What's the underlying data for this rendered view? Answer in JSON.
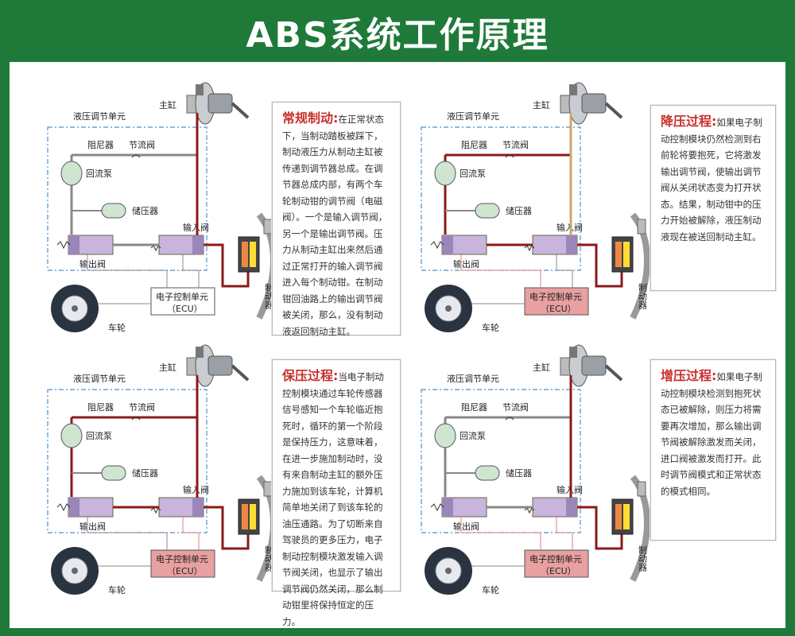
{
  "title": "ABS系统工作原理",
  "labels": {
    "master_cylinder": "主缸",
    "hydraulic_unit": "液压调节单元",
    "damper": "阻尼器",
    "throttle_valve": "节流阀",
    "return_pump": "回流泵",
    "accumulator": "储压器",
    "inlet_valve": "输入阀",
    "outlet_valve": "输出阀",
    "ecu_line1": "电子控制单元",
    "ecu_line2": "（ECU）",
    "wheel": "车轮",
    "brake": "制动器"
  },
  "panels": [
    {
      "heading": "常规制动:",
      "body": "在正常状态下，当制动踏板被踩下，制动液压力从制动主缸被传递到调节器总成。在调节器总成内部，有两个车轮制动钳的调节阀（电磁阀）。一个是输入调节阀，另一个是输出调节阀。压力从制动主缸出来然后通过正常打开的输入调节阀进入每个制动钳。在制动钳回油路上的输出调节阀被关闭，那么，没有制动液返回制动主缸。"
    },
    {
      "heading": "降压过程:",
      "body": "如果电子制动控制模块仍然检测到右前轮将要抱死，它将激发输出调节阀，使输出调节阀从关闭状态变为打开状态。结果，制动钳中的压力开始被解除，液压制动液现在被送回制动主缸。"
    },
    {
      "heading": "保压过程:",
      "body": "当电子制动控制模块通过车轮传感器信号感知一个车轮临近抱死时，循环的第一个阶段是保持压力，这意味着，在进一步施加制动时，没有来自制动主缸的额外压力施加到该车轮，计算机简单地关闭了到该车轮的油压通路。为了切断来自驾驶员的更多压力，电子制动控制模块激发输入调节阀关闭，也显示了输出调节阀仍然关闭，那么制动钳里将保持恒定的压力。"
    },
    {
      "heading": "增压过程:",
      "body": "如果电子制动控制模块检测到抱死状态已被解除，则压力将需要再次增加，那么输出调节阀被解除激发而关闭，进口阀被激发而打开。此时调节阀模式和正常状态的模式相同。"
    }
  ],
  "colors": {
    "frame_green": "#1f7a3a",
    "pressure_line": "#8b1a1a",
    "ecu_active": "#e8a0a0",
    "heading_red": "#c8302c"
  }
}
